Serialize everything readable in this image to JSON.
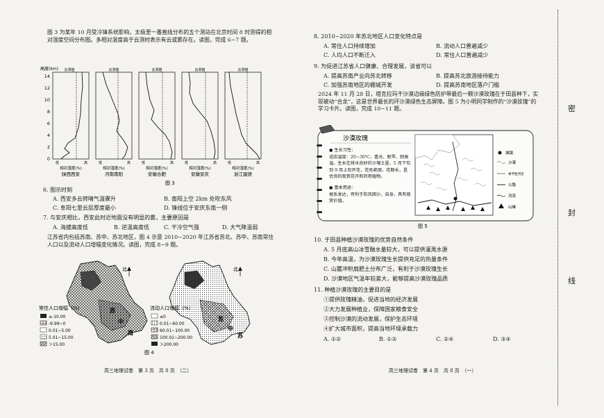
{
  "intro_fig3": "图 3 为某年 10 月受冷锋系统影响，太极里一番直线分布的五个测站在北京时间 8 时测得的相对湿度空间分布图。多相对湿度高于云测时表示有云或雾存在。读图，完成 6~7 题。",
  "fig3": {
    "caption": "图 3",
    "y_axis_label": "高度(km)",
    "y_ticks": [
      "14",
      "12",
      "10",
      "8",
      "6",
      "4",
      "2",
      "0"
    ],
    "panel_tops": [
      "云测值",
      "云测值",
      "云测值",
      "云测值",
      "云测值"
    ],
    "x_labels": [
      "相对湿度(%)",
      "相对湿度(%)",
      "相对湿度(%)",
      "相对湿度(%)",
      "相对湿度(%)"
    ],
    "x_left": [
      "低",
      "低",
      "低",
      "低",
      "低"
    ],
    "x_right": [
      "高",
      "高",
      "高",
      "高",
      "高"
    ],
    "stations": [
      "陕西西安",
      "河南南阳",
      "安徽合肥",
      "安徽安庆",
      "浙江建德"
    ]
  },
  "q6": {
    "stem": "6. 图示时刻",
    "A": "A. 西安多云转晴气温骤升",
    "B": "B. 南阳上空 2km 处吹东风",
    "C": "C. 阜阳七里云层厚度最小",
    "D": "D. 锋线位于安庆东南一侧"
  },
  "q7": {
    "stem": "7. 与安庆相比，西安此时近地面没有明显的雾，主要原因是",
    "A": "A. 海拔高度低",
    "B": "B. 逆温高度低",
    "C": "C. 干冷空气强",
    "D": "D. 大气降温弱"
  },
  "intro_fig4": "江苏省内包括苏南、苏中、苏北地区，图 4 示意 2010~2020 年江苏省苏北、苏中、苏南常住人口以及流动人口增幅变化情况。读图，完成 8~9 题。",
  "fig4": {
    "caption": "图 4",
    "north": "北",
    "left_title": "常住人口增幅（%）",
    "left_items": [
      "≤-10.00",
      "-9.99~0",
      "0.01~5.00",
      "5.01~15.00",
      "＞15.00"
    ],
    "right_title": "流动人口增幅（%）",
    "right_items": [
      "≤0",
      "0.01~60.00",
      "60.01~100.00",
      "100.01~200.00",
      "＞200.00"
    ],
    "region_labels": [
      "苏",
      "中",
      "南",
      "苏",
      "中",
      "苏"
    ]
  },
  "footer_left": "高三地理试卷　第 3 页　共 8 页　（二）",
  "q8": {
    "stem": "8. 2010~2020 年苏北地区人口变化特点是",
    "A": "A. 常住人口持续增加",
    "B": "B. 流动人口普遍减少",
    "C": "C. 人均人口不断迁入",
    "D": "D. 常住人口普遍减少"
  },
  "q9": {
    "stem": "9. 为促进江苏省人口健康、合理发展，该省可以",
    "A": "A. 提高苏南产业向苏北转移",
    "B": "B. 提高苏北旅游接待能力",
    "C": "C. 加强苏南地区的棚城开发",
    "D": "D. 提高苏南地区落户门槛"
  },
  "intro_fig5": "2024 年 11 月 28 日，塔克拉玛干沙漠边缘绿色防护带最后一颗沙漠玫瑰在于田县种下，实现被动“合龙”，这是世界最长的环沙漠绿色生态屏障。图 5 为小明同学制作的“沙漠玫瑰”的学习卡片。读图，完成 10~11 题。",
  "card": {
    "title": "沙漠玫瑰",
    "bullet1_head": "● 生长习性：",
    "bullet1_body": "适应温度：20~30℃，喜光、耐旱、耐高温，生长在排水良好的沙壤土里，5 月下旬到 9 月上旬开花，花色艳丽，花期长，是优良的观赏花卉和药用植物。",
    "bullet2_head": "● 基本用途：",
    "bullet2_body": "根系发达，有利于防风固沙，自身，具有观赏价值。",
    "legend": [
      "城镇",
      "沙漠",
      "季节性河流",
      "公路",
      "河流",
      "山峰"
    ],
    "caption": "图 5"
  },
  "q10": {
    "stem": "10. 于田县种植沙漠玫瑰的优势自然条件",
    "A": "A. 5 月底高山冰雪融水量较大，可以提供灌溉水源",
    "B": "B. 今年高温，为沙漠玫瑰生长提供充足的热量条件",
    "C": "C. 山麓冲积扇肥土分布广泛，有利于沙漠玫瑰生长",
    "D": "D. 沙漠地区气温年较差大，能够提高沙漠玫瑰品质"
  },
  "q11": {
    "stem": "11. 种植沙漠玫瑰的主要目的是",
    "items": [
      "①提供玫瑰精油，促进当地的经济发展",
      "②大力发展种植业，保障国家粮食安全",
      "③控制沙漠的流动发展，保护生态环境",
      "④扩大城市面积，提高当地环境承载力"
    ],
    "A": "A. ①②",
    "B": "B. ①③",
    "C": "C. ②④",
    "D": "D. ③④"
  },
  "footer_right": "高三地理试卷　第 4 页　共 8 页　（一）",
  "side": {
    "c1": "密",
    "c2": "封",
    "c3": "线"
  }
}
